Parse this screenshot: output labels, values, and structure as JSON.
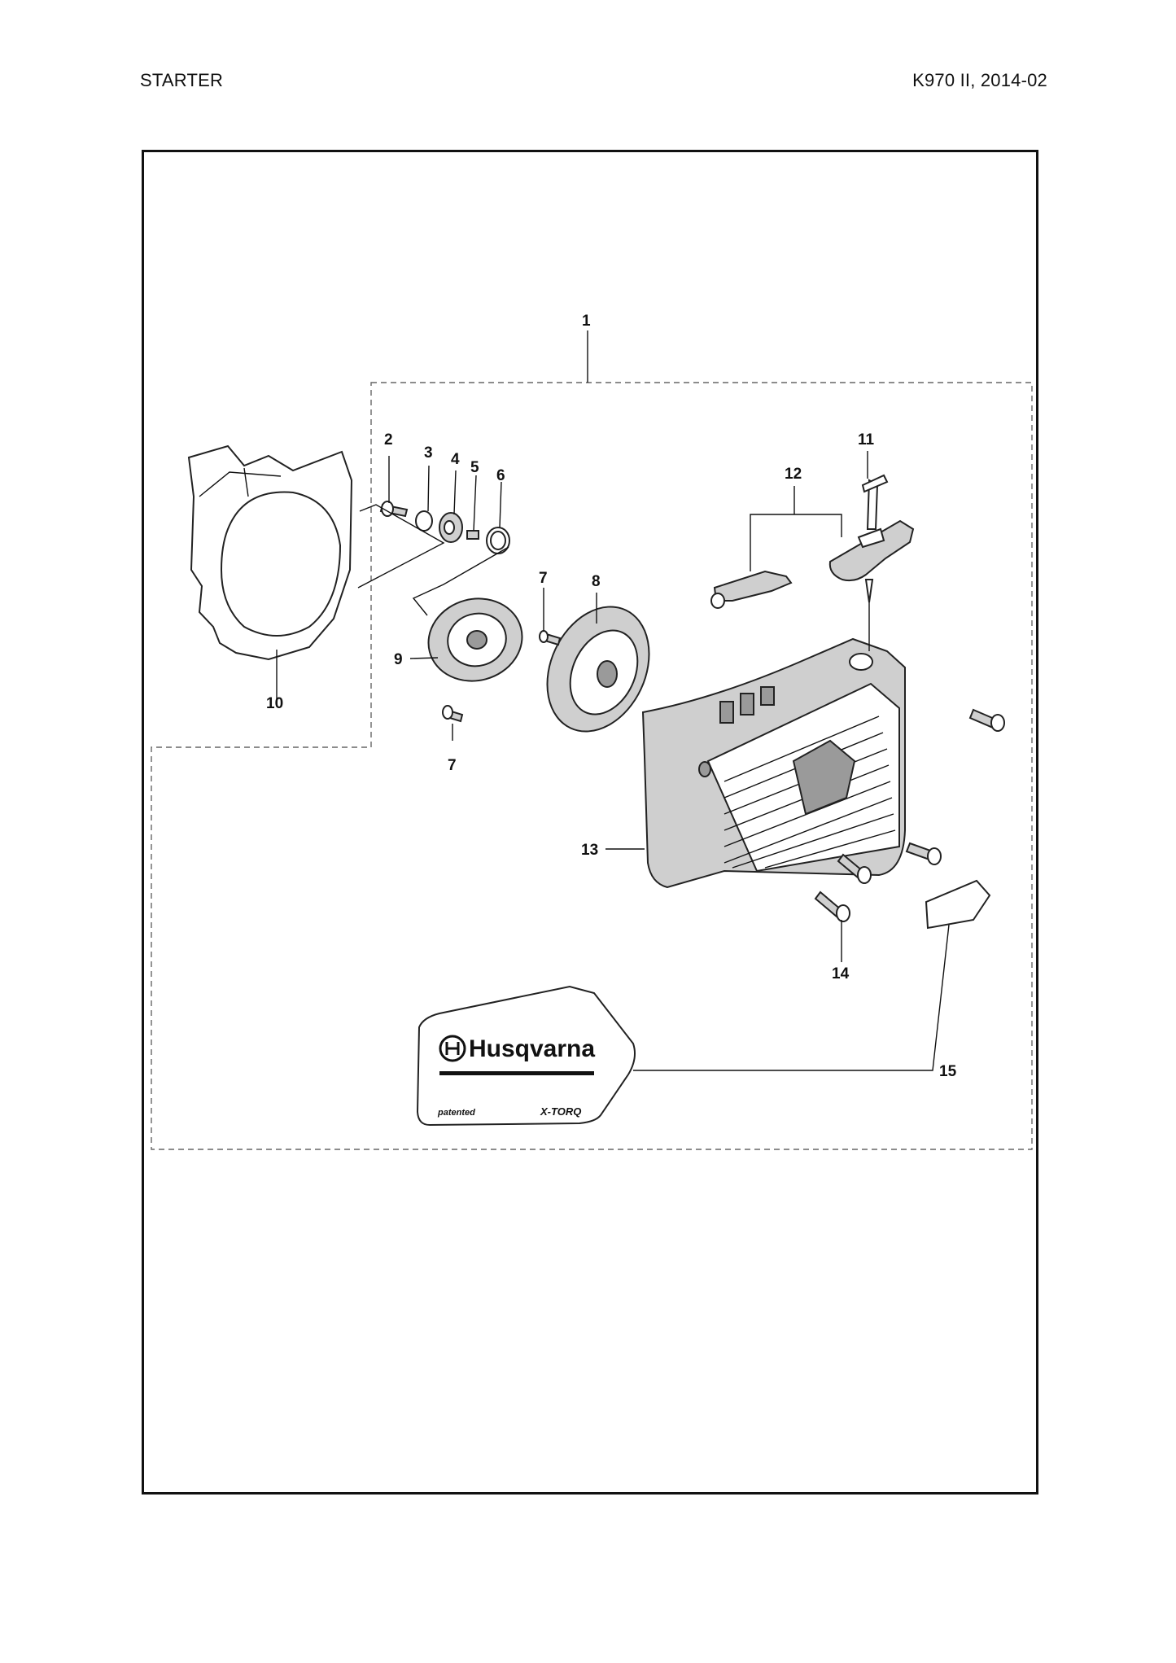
{
  "header": {
    "section_title": "STARTER",
    "model_date": "K970 II, 2014-02"
  },
  "callouts": {
    "c1": "1",
    "c2": "2",
    "c3": "3",
    "c4": "4",
    "c5": "5",
    "c6": "6",
    "c7a": "7",
    "c7b": "7",
    "c8": "8",
    "c9": "9",
    "c10": "10",
    "c11": "11",
    "c12": "12",
    "c13": "13",
    "c14": "14",
    "c15": "15"
  },
  "decal": {
    "brand": "Husqvarna",
    "left_text": "patented",
    "right_text": "X-TORQ"
  },
  "colors": {
    "line": "#111111",
    "dashed_outline": "#666666",
    "part_fill": "#cfcfcf"
  }
}
